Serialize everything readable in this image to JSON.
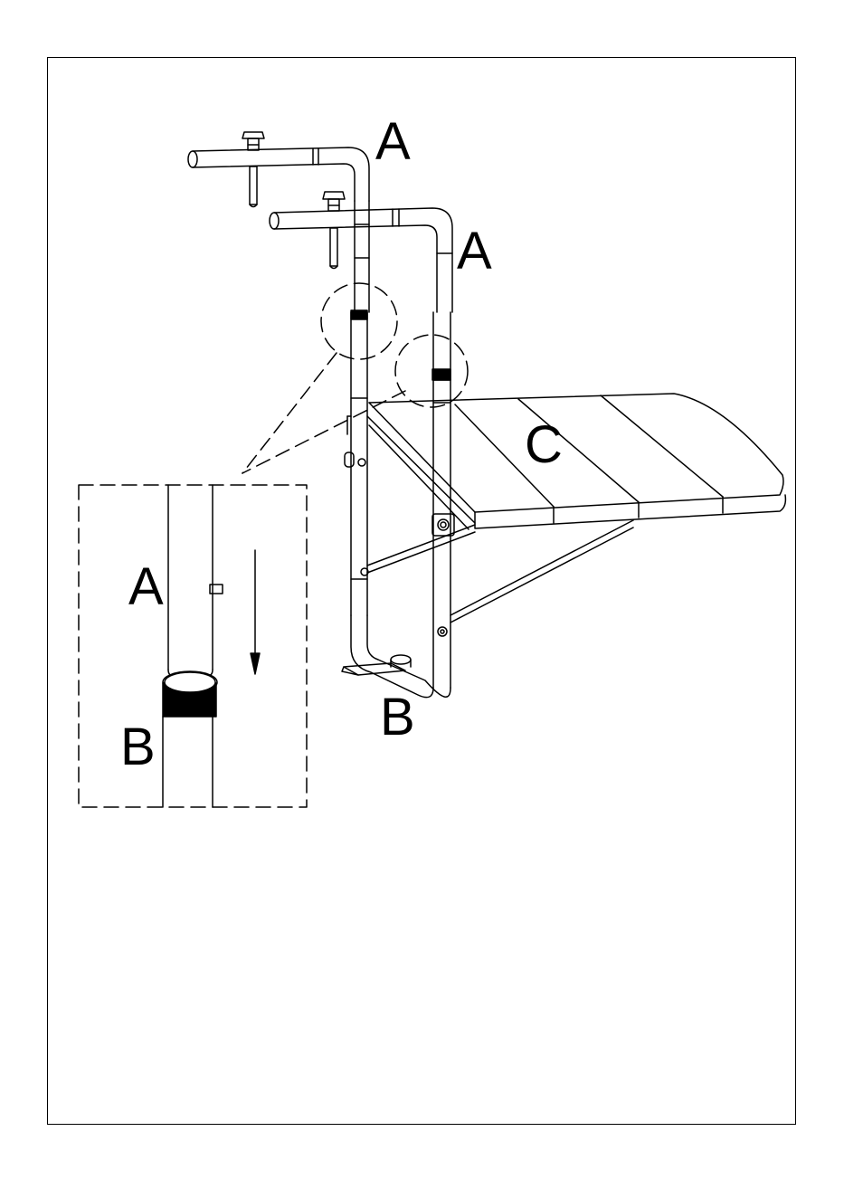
{
  "labels": {
    "upper_bracket": "A",
    "lower_bracket": "A",
    "bottom_tube": "B",
    "tabletop": "C",
    "detail_upper": "A",
    "detail_lower": "B"
  },
  "colors": {
    "line": "#000000",
    "background": "#ffffff"
  }
}
